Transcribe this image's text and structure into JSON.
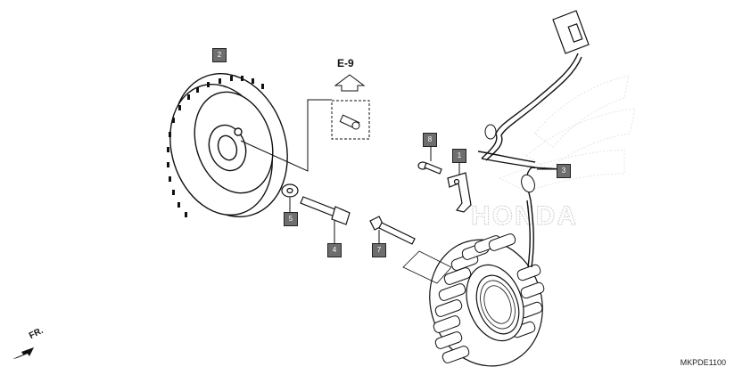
{
  "diagram": {
    "reference_label": "E-9",
    "direction_label": "FR.",
    "diagram_code": "MKPDE1100",
    "watermark": "HONDA",
    "callouts": [
      {
        "id": "c1",
        "label": "1"
      },
      {
        "id": "c2",
        "label": "2"
      },
      {
        "id": "c3",
        "label": "3"
      },
      {
        "id": "c4",
        "label": "4"
      },
      {
        "id": "c5",
        "label": "5"
      },
      {
        "id": "c7",
        "label": "7"
      },
      {
        "id": "c8",
        "label": "8"
      }
    ],
    "colors": {
      "callout_fill": "#6e6e6e",
      "line": "#111111",
      "watermark": "#d9d9d9"
    }
  }
}
